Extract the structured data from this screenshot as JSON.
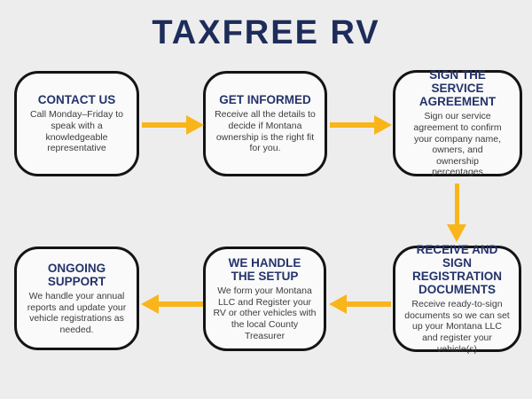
{
  "title": {
    "text": "TAXFREE RV"
  },
  "colors": {
    "background": "#ededed",
    "box_background": "#fafafa",
    "box_border": "#141414",
    "title_navy": "#1d2c5a",
    "heading_navy": "#24336b",
    "body_text": "#3c3c3c",
    "arrow_yellow": "#f9b51a"
  },
  "boxes": [
    {
      "heading": "CONTACT US",
      "body": "Call Monday–Friday to speak with a knowledgeable representative"
    },
    {
      "heading": "GET INFORMED",
      "body": "Receive all the details to decide if Montana ownership is the right fit for you."
    },
    {
      "heading": "SIGN THE SERVICE AGREEMENT",
      "body": "Sign our service agreement to confirm your company name, owners, and ownership percentages"
    },
    {
      "heading": "RECEIVE AND SIGN REGISTRATION DOCUMENTS",
      "body": "Receive ready-to-sign documents so we can set up your Montana LLC and register your vehicle(s)"
    },
    {
      "heading": "WE HANDLE THE SETUP",
      "body": "We form your Montana LLC and Register your RV or other vehicles with the local County Treasurer"
    },
    {
      "heading": "ONGOING SUPPORT",
      "body": "We handle your annual reports and update your vehicle registrations as needed."
    }
  ],
  "arrows": [
    {
      "direction": "right",
      "from": "contact-us",
      "to": "get-informed"
    },
    {
      "direction": "right",
      "from": "get-informed",
      "to": "sign-the-service-agreement"
    },
    {
      "direction": "down",
      "from": "sign-the-service-agreement",
      "to": "receive-and-sign-registration-documents"
    },
    {
      "direction": "left",
      "from": "receive-and-sign-registration-documents",
      "to": "we-handle-the-setup"
    },
    {
      "direction": "left",
      "from": "we-handle-the-setup",
      "to": "ongoing-support"
    }
  ]
}
